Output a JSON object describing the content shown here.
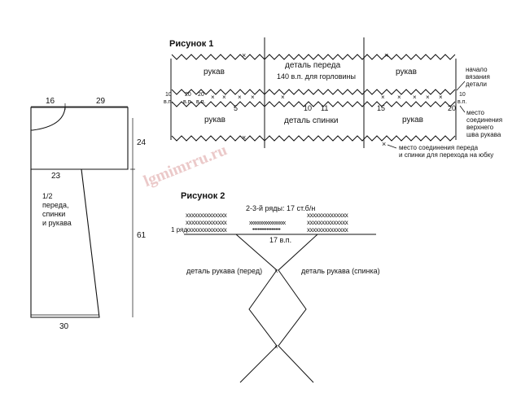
{
  "watermark": "lgmimrru.ru",
  "pattern": {
    "dims": {
      "top_left": "16",
      "top_right": "29",
      "side_upper": "24",
      "mid": "23",
      "side_lower": "61",
      "bottom": "30"
    },
    "piece_label": [
      "1/2",
      "переда,",
      "спинки",
      "и рукава"
    ]
  },
  "figure1": {
    "title": "Рисунок 1",
    "top_left": "рукав",
    "top_mid": "деталь переда",
    "top_mid_sub": "140 в.п. для горловины",
    "top_right": "рукав",
    "bot_left": "рукав",
    "bot_mid": "деталь спинки",
    "bot_right": "рукав",
    "note_start": [
      "начало",
      "вязания",
      "детали"
    ],
    "note_seam": [
      "место",
      "соединения",
      "верхнего",
      "шва рукава"
    ],
    "note_join": [
      "место соединения переда",
      "и спинки для перехода на юбку"
    ],
    "ticks_top_left": [
      "10",
      "в.п."
    ],
    "ticks_top_left2": [
      "20",
      "в.п."
    ],
    "ticks_top_right": [
      "10",
      "в.п."
    ],
    "nums": {
      "n5": "5",
      "n10": "10",
      "n11": "11",
      "n15": "15",
      "n20": "20"
    }
  },
  "figure2": {
    "title": "Рисунок 2",
    "rows_label": "2-3-й ряды: 17 ст.б/н",
    "row1_label": "1 ряд",
    "vp_label": "17 в.п.",
    "left_label": "деталь рукава (перед)",
    "right_label": "деталь рукава (спинка)",
    "x_group_a": "xxxxxxxxxxxxxx",
    "x_group_b": "xxxxxxxxxxxxxxxxx",
    "dots": "••••••••••••••••"
  }
}
